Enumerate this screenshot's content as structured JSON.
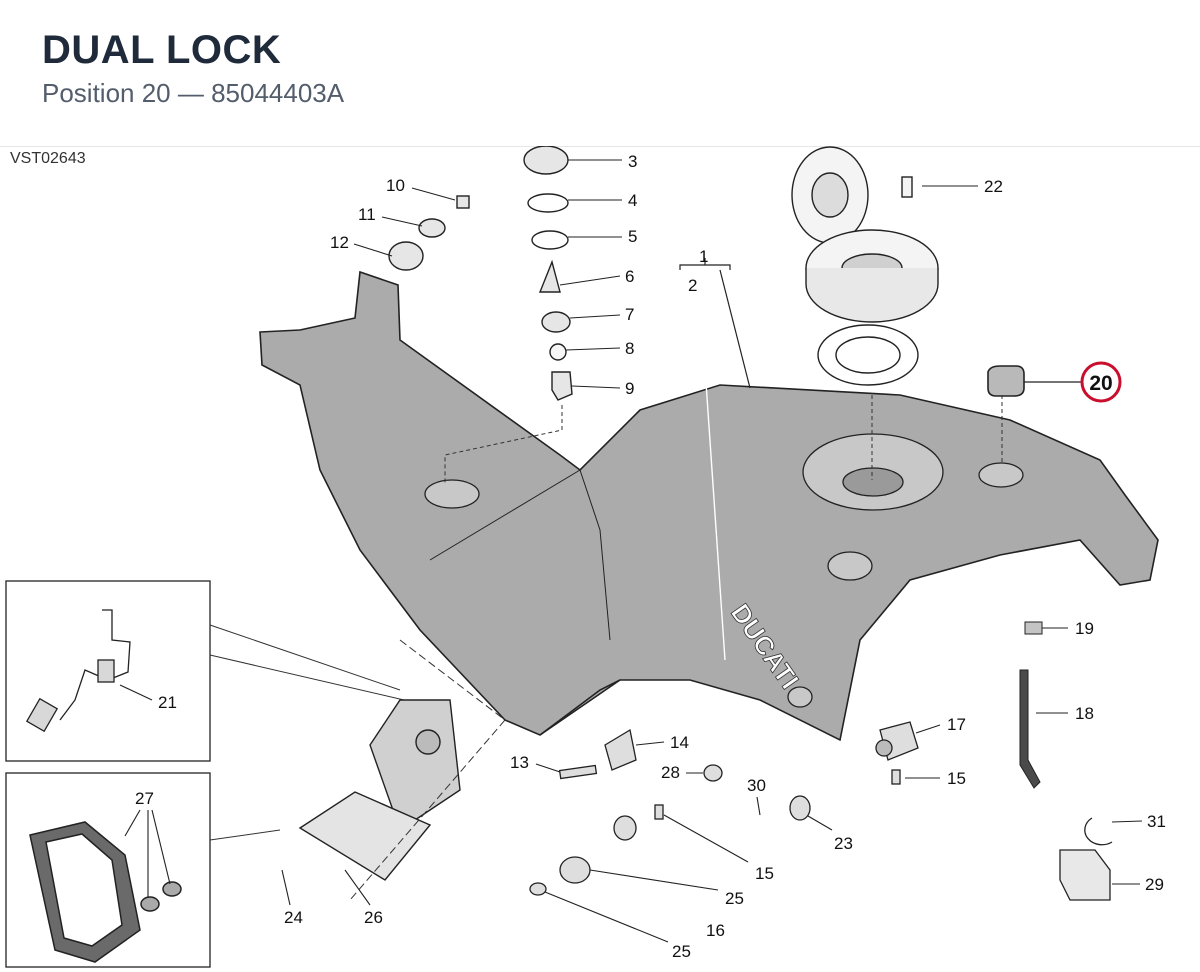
{
  "header": {
    "title": "DUAL LOCK",
    "subtitle": "Position 20 — 85044403A"
  },
  "diagram": {
    "code": "VST02643",
    "brand_text": "DUCATI",
    "highlight_color": "#c8102e",
    "highlight_label": "20",
    "callouts": [
      "1",
      "2",
      "3",
      "4",
      "5",
      "6",
      "7",
      "8",
      "9",
      "10",
      "11",
      "12",
      "13",
      "14",
      "15",
      "15",
      "16",
      "17",
      "18",
      "19",
      "21",
      "22",
      "23",
      "24",
      "25",
      "25",
      "26",
      "27",
      "28",
      "29",
      "30",
      "31"
    ]
  }
}
